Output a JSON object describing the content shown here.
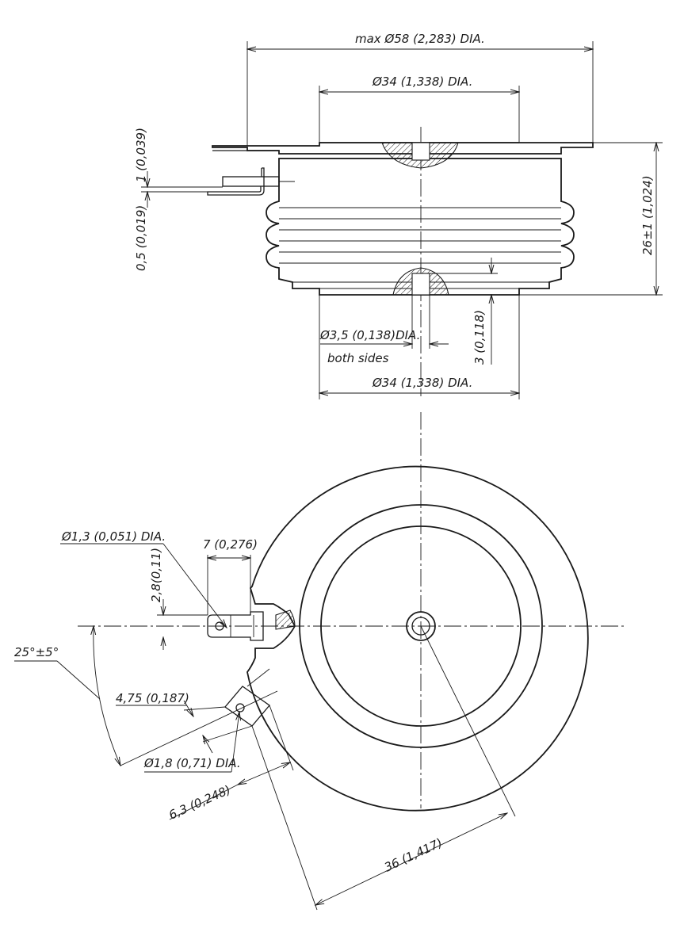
{
  "dimensions": {
    "max_diameter": "max Ø58  (2,283) DIA.",
    "top_contact_diameter": "Ø34 (1,338) DIA.",
    "bottom_contact_diameter": "Ø34 (1,338) DIA.",
    "hole_diameter": "Ø3,5 (0,138)DIA.",
    "both_sides": "both sides",
    "flange_thickness": "1 (0,039)",
    "terminal_thickness": "0,5 (0,019)",
    "height": "26±1 (1,024)",
    "hole_depth": "3 (0,118)",
    "gate_hole_diameter": "Ø1,3 (0,051) DIA.",
    "terminal_length": "7 (0,276)",
    "terminal_offset": "2,8(0,11)",
    "angle": "25°±5°",
    "lug_width": "4,75 (0,187)",
    "lug_hole_diameter": "Ø1,8 (0,71) DIA.",
    "lug_length": "6,3 (0,248)",
    "radius_to_lug": "36 (1,417)"
  }
}
